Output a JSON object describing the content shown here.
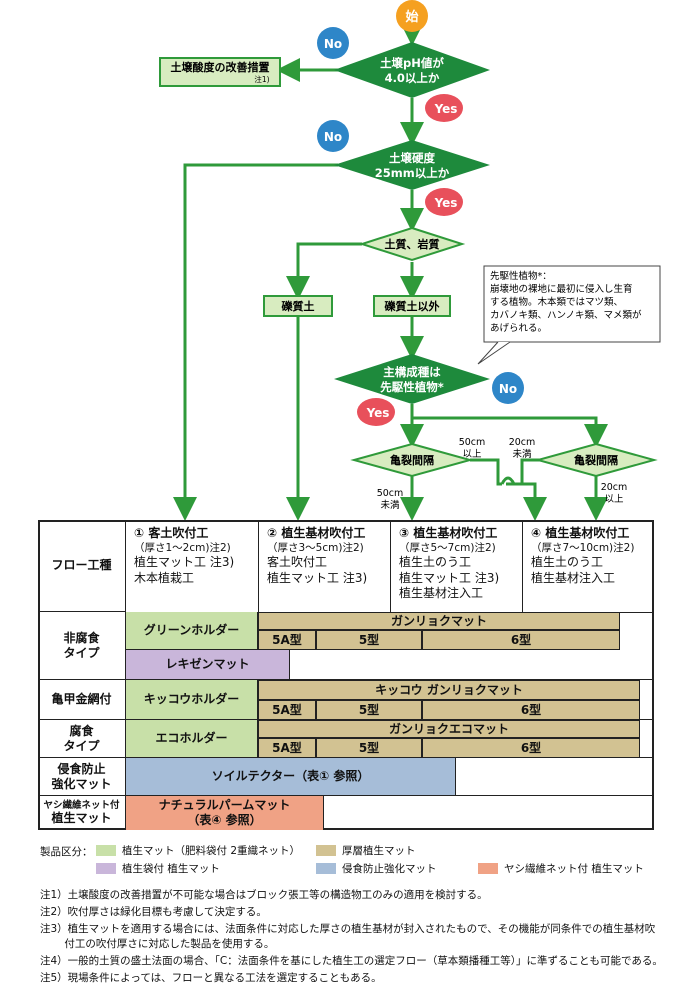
{
  "flow": {
    "start": "始",
    "q_ph": [
      "土壌pH値が",
      "4.0以上か"
    ],
    "improve": "土壌酸度の改善措置",
    "improve_note": "注1)",
    "q_hard": [
      "土壌硬度",
      "25mm以上か"
    ],
    "q_soil": "土質、岩質",
    "gravel": "礫質土",
    "non_gravel": "礫質土以外",
    "q_pioneer": [
      "主構成種は",
      "先駆性植物*"
    ],
    "pioneer_note": [
      "先駆性植物*：",
      "崩壊地の裸地に最初に侵入し生育",
      "する植物。木本類ではマツ類、",
      "カバノキ類、ハンノキ類、マメ類が",
      "あげられる。"
    ],
    "crack": "亀裂間隔",
    "no": "No",
    "yes": "Yes",
    "lbl_50_over": [
      "50cm",
      "以上"
    ],
    "lbl_20_under": [
      "20cm",
      "未満"
    ],
    "lbl_50_under": [
      "50cm",
      "未満"
    ],
    "lbl_20_over": [
      "20cm",
      "以上"
    ]
  },
  "table": {
    "flow_label": "フロー工種",
    "methods": [
      {
        "lines": [
          "① 客土吹付工",
          "（厚さ1～2cm)注2)",
          "植生マット工 注3)",
          "木本植栽工"
        ]
      },
      {
        "lines": [
          "② 植生基材吹付工",
          "（厚さ3～5cm)注2)",
          "客土吹付工",
          "植生マット工 注3)"
        ]
      },
      {
        "lines": [
          "③ 植生基材吹付工",
          "（厚さ5～7cm)注2)",
          "植生土のう工",
          "植生マット工 注3)",
          "植生基材注入工"
        ]
      },
      {
        "lines": [
          "④ 植生基材吹付工",
          "（厚さ7～10cm)注2)",
          "植生土のう工",
          "植生基材注入工"
        ]
      }
    ],
    "rows": {
      "non_corrosive": "非腐食\nタイプ",
      "green_holder": "グリーンホルダー",
      "ganryoku_mat": "ガンリョクマット",
      "type_5a": "5A型",
      "type_5": "5型",
      "type_6": "6型",
      "rezen_mat": "レキゼンマット",
      "kikko_net": "亀甲金網付",
      "kikko_holder": "キッコウホルダー",
      "kikko_ganryoku": "キッコウ ガンリョクマット",
      "corrosive": "腐食\nタイプ",
      "eco_holder": "エコホルダー",
      "ganryoku_eco": "ガンリョクエコマット",
      "erosion": "侵食防止\n強化マット",
      "soil_tector": "ソイルテクター（表① 参照）",
      "yashi": "ヤシ繊維ネット付",
      "yashi2": "植生マット",
      "natural_palm": "ナチュラルパームマット",
      "natural_palm2": "（表④ 参照）"
    }
  },
  "legend": {
    "title": "製品区分：",
    "items": [
      {
        "label": "植生マット（肥料袋付 2重織ネット）",
        "color": "#c8e0a8"
      },
      {
        "label": "厚層植生マット",
        "color": "#d2c292"
      },
      {
        "label": "植生袋付 植生マット",
        "color": "#c9b6da"
      },
      {
        "label": "侵食防止強化マット",
        "color": "#a6bdd8"
      },
      {
        "label": "ヤシ繊維ネット付 植生マット",
        "color": "#f0a285"
      }
    ]
  },
  "notes": [
    "注1）土壌酸度の改善措置が不可能な場合はブロック張工等の構造物工のみの適用を検討する。",
    "注2）吹付厚さは緑化目標も考慮して決定する。",
    "注3）植生マットを適用する場合には、法面条件に対応した厚さの植生基材が封入されたもので、その機能が同条件での植生基材吹",
    "　　 付工の吹付厚さに対応した製品を使用する。",
    "注4）一般的土質の盛土法面の場合、「C：法面条件を基にした植生工の選定フロー（草本類播種工等）」に準ずることも可能である。",
    "注5）現場条件によっては、フローと異なる工法を選定することもある。"
  ],
  "colors": {
    "green": "#2f9a3a",
    "diamond": "#1e8a3c",
    "box": "#d8ecc0",
    "no": "#2e86c8",
    "yes": "#e8505b",
    "start": "#f5a020",
    "mat": "#d2c292",
    "greenmat": "#c8e0a8",
    "purple": "#c9b6da",
    "blue": "#a6bdd8",
    "orange": "#f0a285"
  }
}
